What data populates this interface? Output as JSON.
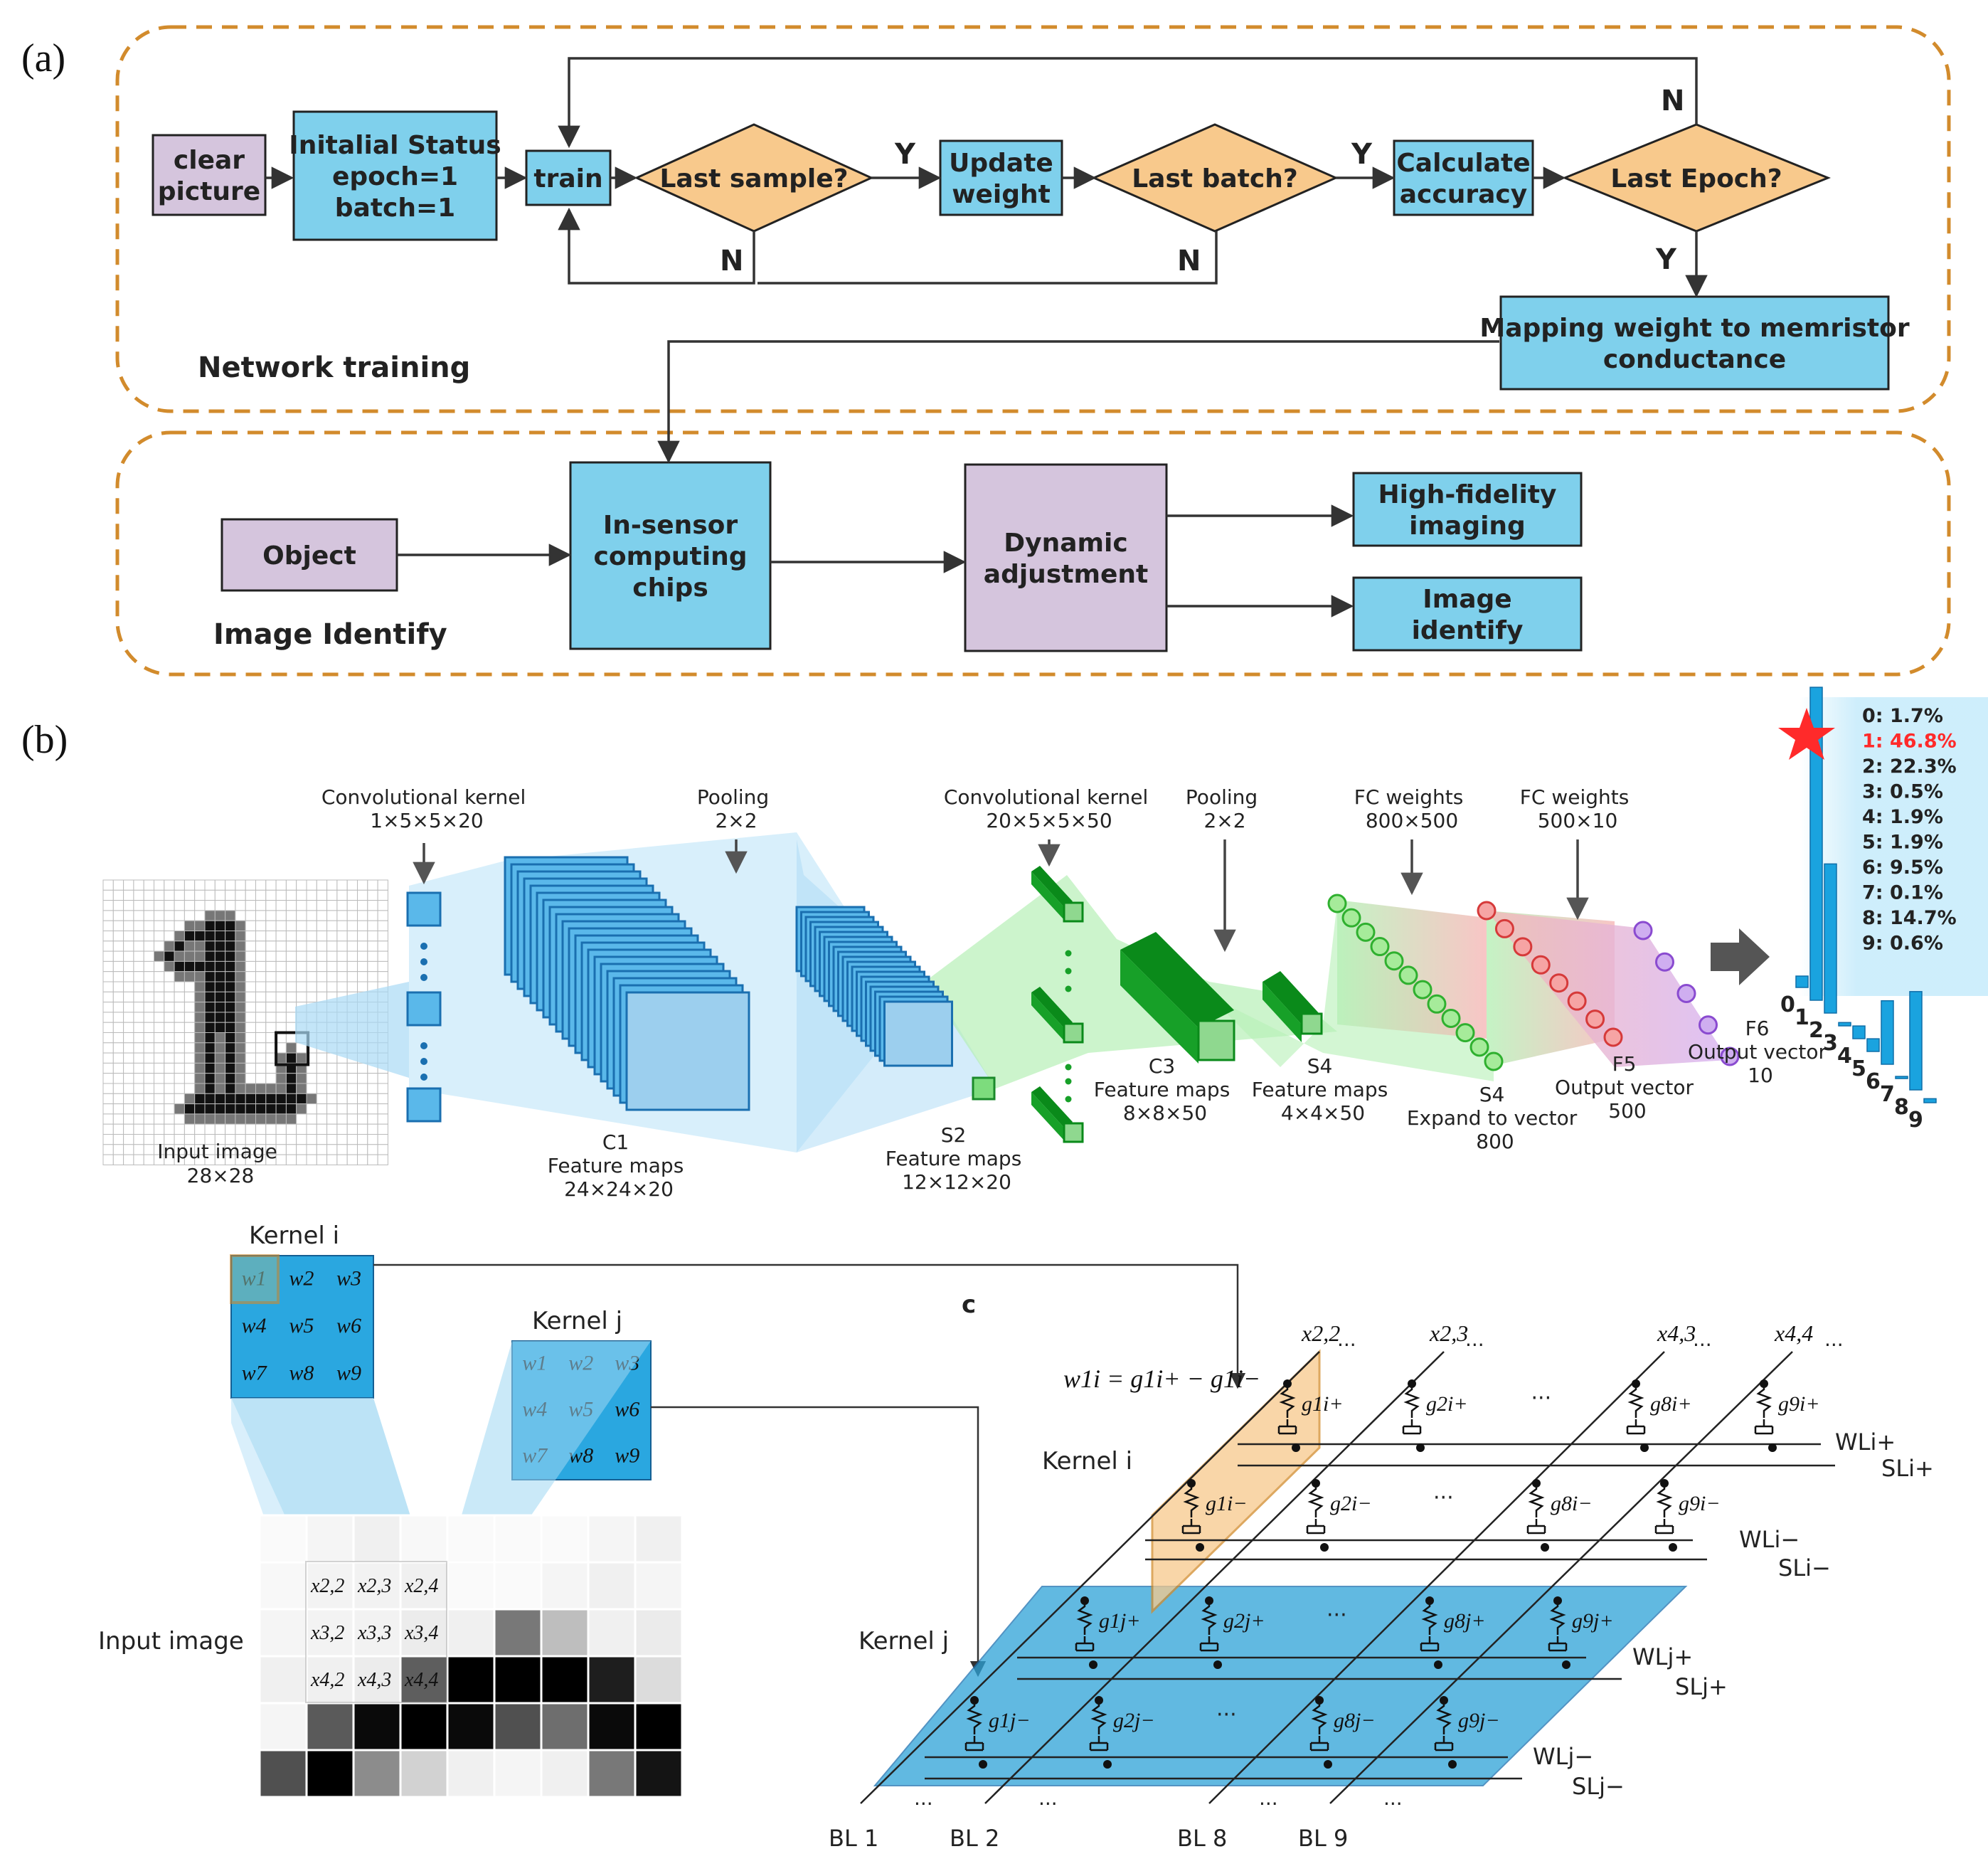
{
  "panels": {
    "a": "(a)",
    "b": "(b)",
    "c": "c"
  },
  "panel_a": {
    "section_training": "Network training",
    "section_identify": "Image Identify",
    "boxes": {
      "clear_picture": [
        "clear",
        "picture"
      ],
      "initial_status": [
        "Initalial Status",
        "epoch=1",
        "batch=1"
      ],
      "train": [
        "train"
      ],
      "update_weight": [
        "Update",
        "weight"
      ],
      "calculate_accuracy": [
        "Calculate",
        "accuracy"
      ],
      "mapping": [
        "Mapping weight to memristor",
        "conductance"
      ],
      "object": [
        "Object"
      ],
      "in_sensor": [
        "In-sensor",
        "computing",
        "chips"
      ],
      "dynamic": [
        "Dynamic",
        "adjustment"
      ],
      "high_fidelity": [
        "High-fidelity",
        "imaging"
      ],
      "image_identify": [
        "Image",
        "identify"
      ]
    },
    "decisions": {
      "last_sample": "Last sample?",
      "last_batch": "Last batch?",
      "last_epoch": "Last Epoch?"
    },
    "edge_labels": {
      "yes": "Y",
      "no": "N"
    }
  },
  "panel_b": {
    "input_image": [
      "Input image",
      "28×28"
    ],
    "conv1": [
      "Convolutional kernel",
      "1×5×5×20"
    ],
    "pool1": [
      "Pooling",
      "2×2"
    ],
    "c1": [
      "C1",
      "Feature maps",
      "24×24×20"
    ],
    "s2": [
      "S2",
      "Feature maps",
      "12×12×20"
    ],
    "conv2": [
      "Convolutional kernel",
      "20×5×5×50"
    ],
    "pool2": [
      "Pooling",
      "2×2"
    ],
    "c3": [
      "C3",
      "Feature maps",
      "8×8×50"
    ],
    "s4": [
      "S4",
      "Feature maps",
      "4×4×50"
    ],
    "fc1": [
      "FC weights",
      "800×500"
    ],
    "fc2": [
      "FC weights",
      "500×10"
    ],
    "s4_vec": [
      "S4",
      "Expand to vector",
      "800"
    ],
    "f5": [
      "F5",
      "Output vector",
      "500"
    ],
    "f6": [
      "F6",
      "Output vector",
      "10"
    ],
    "output_probs": [
      {
        "digit": "0",
        "text": "0:  1.7%",
        "value": 1.7
      },
      {
        "digit": "1",
        "text": "1: 46.8%",
        "value": 46.8,
        "highlight": true
      },
      {
        "digit": "2",
        "text": "2: 22.3%",
        "value": 22.3
      },
      {
        "digit": "3",
        "text": "3:  0.5%",
        "value": 0.5
      },
      {
        "digit": "4",
        "text": "4:  1.9%",
        "value": 1.9
      },
      {
        "digit": "5",
        "text": "5:  1.9%",
        "value": 1.9
      },
      {
        "digit": "6",
        "text": "6:  9.5%",
        "value": 9.5
      },
      {
        "digit": "7",
        "text": "7:  0.1%",
        "value": 0.1
      },
      {
        "digit": "8",
        "text": "8: 14.7%",
        "value": 14.7
      },
      {
        "digit": "9",
        "text": "9:  0.6%",
        "value": 0.6
      }
    ],
    "highlight_color": "#ff2a2a",
    "bar_color": "#1aa3df"
  },
  "panel_c": {
    "kernel_i": "Kernel  i",
    "kernel_j": "Kernel  j",
    "kernel_i_arr": "Kernel i",
    "kernel_j_arr": "Kernel j",
    "input_image": "Input image",
    "weights": [
      "w1",
      "w2",
      "w3",
      "w4",
      "w5",
      "w6",
      "w7",
      "w8",
      "w9"
    ],
    "pixels": [
      [
        "x2,2",
        "x2,3",
        "x2,4"
      ],
      [
        "x3,2",
        "x3,3",
        "x3,4"
      ],
      [
        "x4,2",
        "x4,3",
        "x4,4"
      ]
    ],
    "gray_grid": [
      [
        250,
        245,
        240,
        248,
        250,
        250,
        250,
        245,
        240
      ],
      [
        248,
        240,
        238,
        236,
        250,
        250,
        245,
        240,
        245
      ],
      [
        245,
        240,
        238,
        230,
        240,
        120,
        190,
        240,
        235
      ],
      [
        240,
        235,
        230,
        40,
        0,
        0,
        0,
        30,
        220
      ],
      [
        245,
        90,
        10,
        0,
        10,
        80,
        110,
        10,
        0
      ],
      [
        80,
        0,
        140,
        210,
        240,
        245,
        240,
        120,
        20
      ]
    ],
    "equation": "w1i = g1i+ − g1i−",
    "columns": [
      "x2,2",
      "x2,3",
      "x4,3",
      "x4,4"
    ],
    "bit_lines": [
      "BL 1",
      "BL 2",
      "BL 8",
      "BL 9"
    ],
    "row_labels": [
      "WLi+",
      "SLi+",
      "WLi−",
      "SLi−",
      "WLj+",
      "SLj+",
      "WLj−",
      "SLj−"
    ],
    "g_labels": {
      "row1": [
        "g1i+",
        "g2i+",
        "g8i+",
        "g9i+"
      ],
      "row2": [
        "g1i−",
        "g2i−",
        "g8i−",
        "g9i−"
      ],
      "row3": [
        "g1j+",
        "g2j+",
        "g8j+",
        "g9j+"
      ],
      "row4": [
        "g1j−",
        "g2j−",
        "g8j−",
        "g9j−"
      ]
    },
    "ellipsis": "···",
    "kernel_fill": "#2aa7e0",
    "plane_fill": "#2da2d8",
    "orange_fill": "#f8c98c"
  },
  "colors": {
    "flow_box": "#7fd0ec",
    "start_box": "#d5c5dd",
    "decision": "#f8c98c",
    "dash": "#d28b2c"
  }
}
